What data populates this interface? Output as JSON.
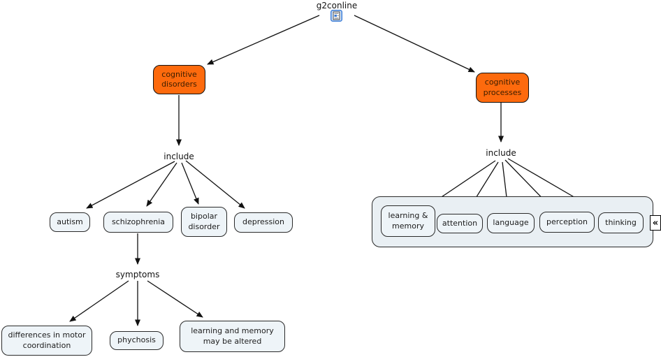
{
  "root": {
    "label": "g2conline",
    "resource_icon": "document-resource-icon"
  },
  "linking_phrases": {
    "include_left": "include",
    "symptoms": "symptoms",
    "include_right": "include"
  },
  "disorders": {
    "parent": "cognitive disorders",
    "children": [
      "autism",
      "schizophrenia",
      "bipolar disorder",
      "depression"
    ],
    "symptom_children": [
      "differences in motor coordination",
      "phychosis",
      "learning and memory may be altered"
    ]
  },
  "processes": {
    "parent": "cognitive processes",
    "children": [
      "learning & memory",
      "attention",
      "language",
      "perception",
      "thinking"
    ]
  },
  "controls": {
    "collapse_button": "«"
  },
  "colors": {
    "parent_node_fill": "#fd6a0d",
    "child_node_fill": "#eef4f8",
    "group_container_fill": "#e9eff3",
    "node_border": "#2a2a2a",
    "arrow": "#111111",
    "resource_icon_blue": "#3a7bd5",
    "background": "#ffffff"
  }
}
